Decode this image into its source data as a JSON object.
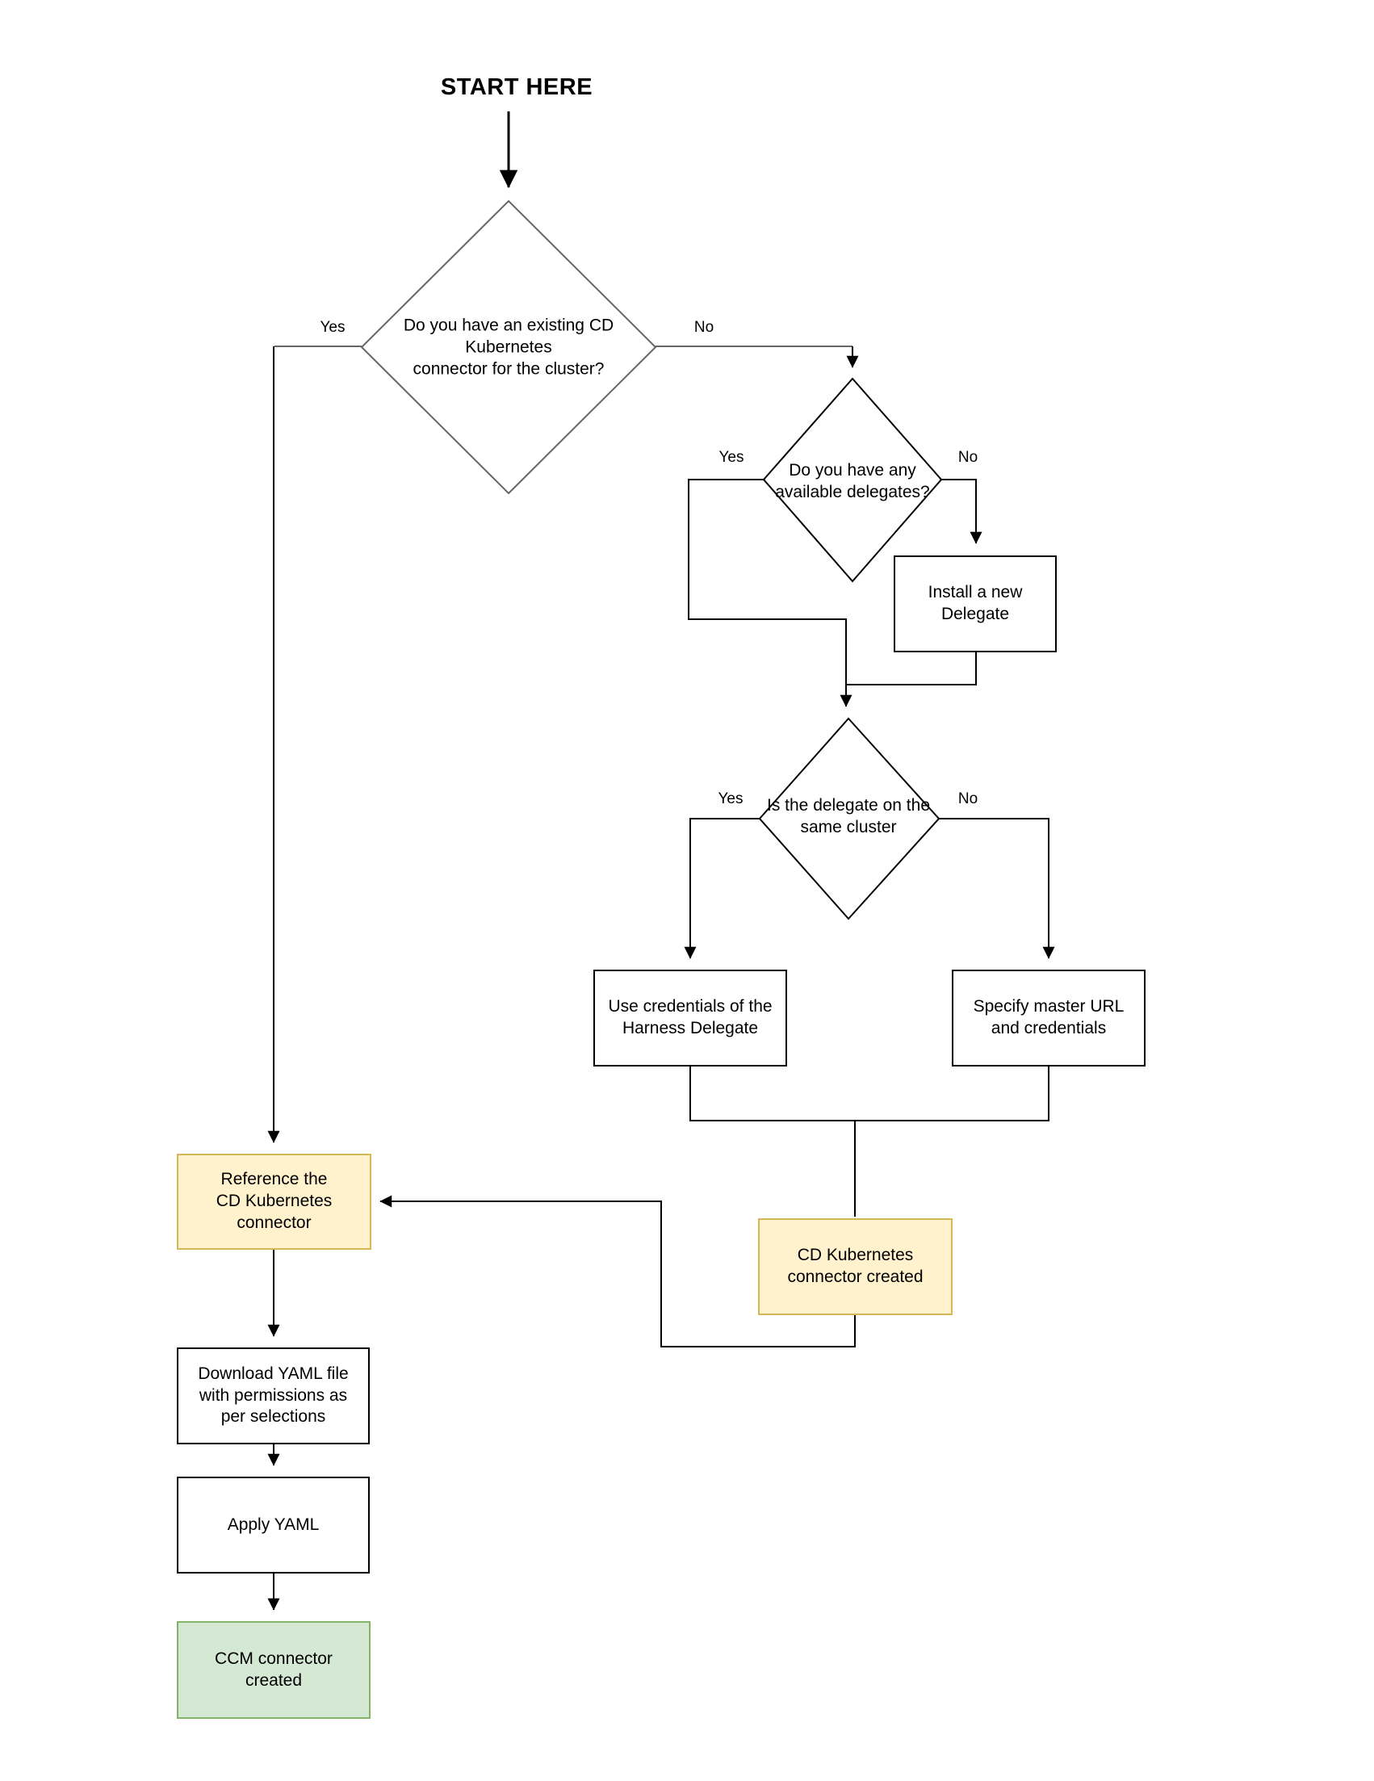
{
  "flowchart": {
    "start_label": "START HERE",
    "decisions": {
      "existing_connector": "Do you have an existing CD\nKubernetes\nconnector for the cluster?",
      "available_delegates": "Do you have any\navailable delegates?",
      "same_cluster": "Is the delegate on the\nsame cluster"
    },
    "steps": {
      "install_delegate": "Install a new\nDelegate",
      "use_credentials": "Use credentials of the\nHarness Delegate",
      "specify_master_url": "Specify master URL\nand credentials",
      "reference_connector": "Reference the\nCD Kubernetes\nconnector",
      "cd_connector_created": "CD Kubernetes\nconnector created",
      "download_yaml": "Download YAML file\nwith permissions as\nper selections",
      "apply_yaml": "Apply YAML",
      "ccm_connector_created": "CCM connector\ncreated"
    },
    "branch_labels": {
      "existing_connector_yes": "Yes",
      "existing_connector_no": "No",
      "available_delegates_yes": "Yes",
      "available_delegates_no": "No",
      "same_cluster_yes": "Yes",
      "same_cluster_no": "No"
    },
    "colors": {
      "pending_fill": "#FFF2CC",
      "pending_stroke": "#D6B656",
      "success_fill": "#D5E8D4",
      "success_stroke": "#82B366",
      "line": "#000000",
      "muted": "#666666"
    }
  }
}
